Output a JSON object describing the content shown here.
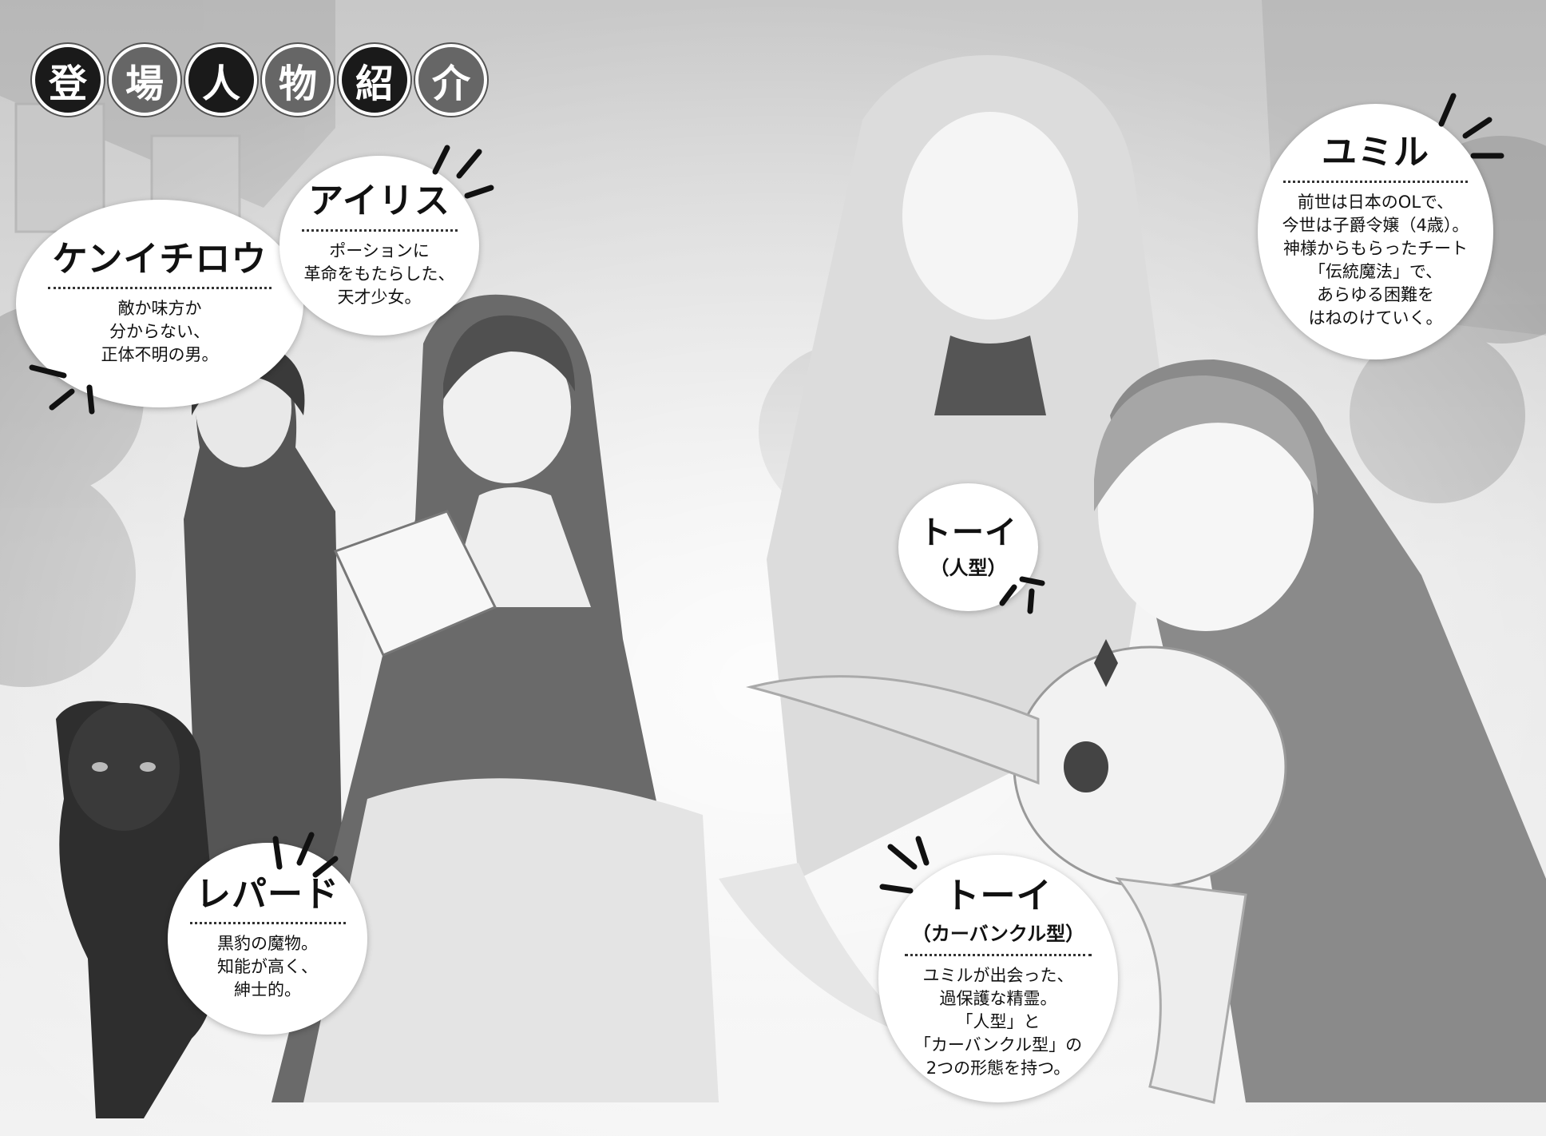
{
  "title": {
    "chars": [
      "登",
      "場",
      "人",
      "物",
      "紹",
      "介"
    ]
  },
  "characters": {
    "kenichirou": {
      "name": "ケンイチロウ",
      "description": "敵か味方か\n分からない、\n正体不明の男。"
    },
    "iris": {
      "name": "アイリス",
      "description": "ポーションに\n革命をもたらした、\n天才少女。"
    },
    "yumil": {
      "name": "ユミル",
      "description": "前世は日本のOLで、\n今世は子爵令嬢（4歳）。\n神様からもらったチート\n「伝統魔法」で、\nあらゆる困難を\nはねのけていく。"
    },
    "toi_human": {
      "name": "トーイ",
      "form": "（人型）"
    },
    "leopard": {
      "name": "レパード",
      "description": "黒豹の魔物。\n知能が高く、\n紳士的。"
    },
    "toi_carbuncle": {
      "name": "トーイ",
      "form": "（カーバンクル型）",
      "description": "ユミルが出会った、\n過保護な精霊。\n「人型」と\n「カーバンクル型」の\n2つの形態を持つ。"
    }
  },
  "colors": {
    "badge_dark": "#1a1a1a",
    "badge_mid": "#666666",
    "bubble": "#ffffff",
    "text": "#111111"
  }
}
